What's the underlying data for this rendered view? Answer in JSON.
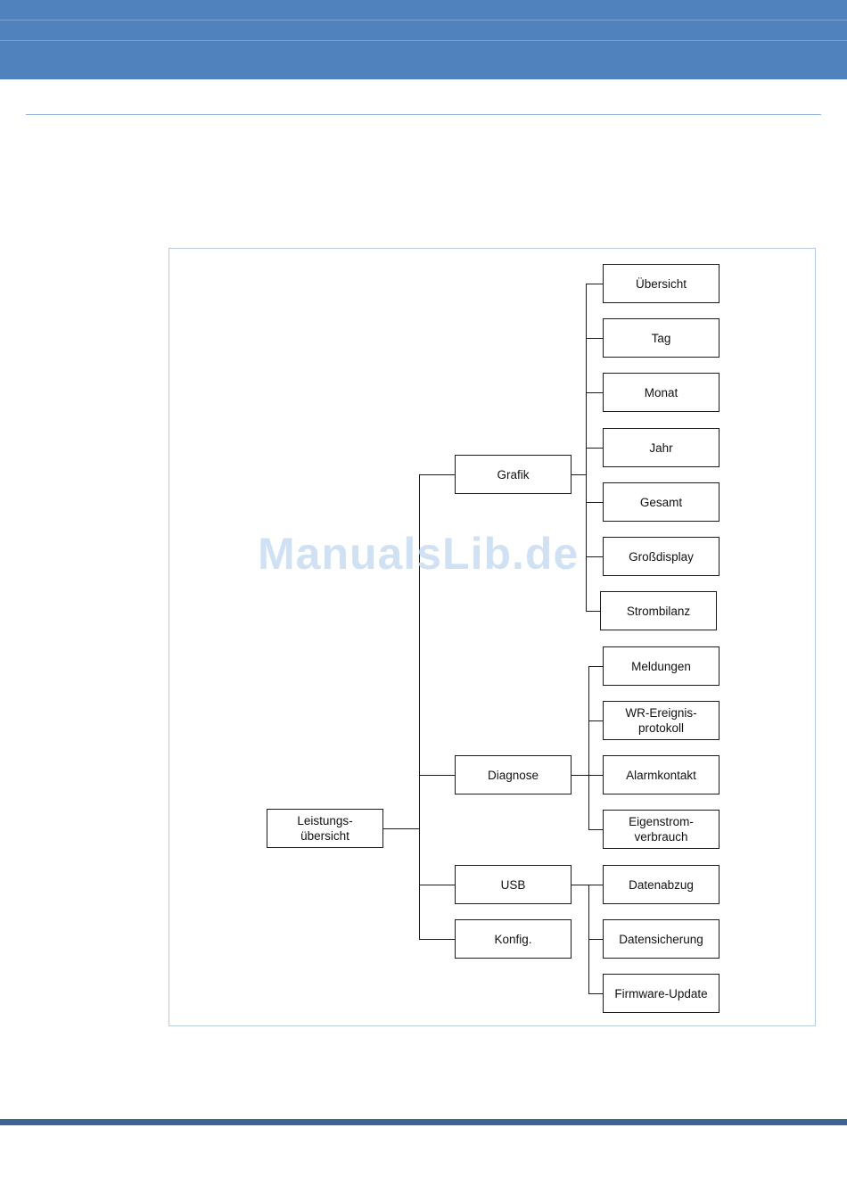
{
  "root": {
    "id": "leistungsuebersicht",
    "label": "Leistungs-\nübersicht"
  },
  "branches": [
    {
      "id": "grafik",
      "label": "Grafik",
      "children": [
        "Übersicht",
        "Tag",
        "Monat",
        "Jahr",
        "Gesamt",
        "Großdisplay",
        "Strombilanz"
      ]
    },
    {
      "id": "diagnose",
      "label": "Diagnose",
      "children": [
        "Meldungen",
        "WR-Ereignis-\nprotokoll",
        "Alarmkontakt",
        "Eigenstrom-\nverbrauch"
      ]
    },
    {
      "id": "usb",
      "label": "USB",
      "children": [
        "Datenabzug",
        "Datensicherung",
        "Firmware-Update"
      ]
    },
    {
      "id": "konfig",
      "label": "Konfig.",
      "children": []
    }
  ],
  "watermark": "ManualsLib.de",
  "colors": {
    "header": "#5082be",
    "footer": "#3d6294",
    "frame": "#b7cce4",
    "line": "#1a1a1a"
  }
}
